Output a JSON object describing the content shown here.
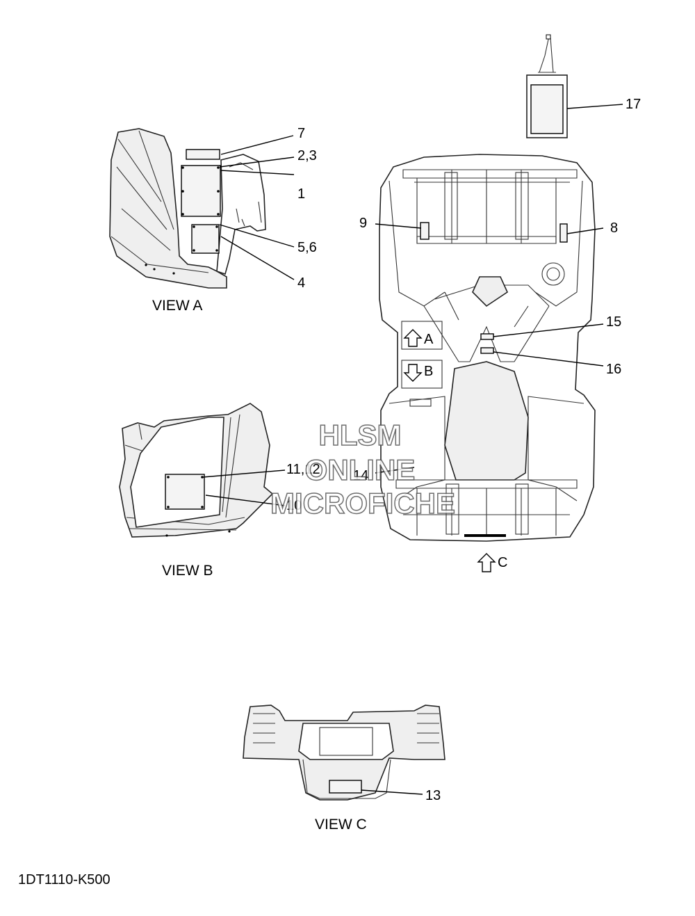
{
  "callouts": {
    "c1": "1",
    "c23": "2,3",
    "c4": "4",
    "c56": "5,6",
    "c7": "7",
    "c8": "8",
    "c9": "9",
    "c10": "10",
    "c1112": "11,12",
    "c13": "13",
    "c14": "14",
    "c15": "15",
    "c16": "16",
    "c17": "17"
  },
  "views": {
    "a": "VIEW A",
    "b": "VIEW B",
    "c": "VIEW C"
  },
  "arrows": {
    "a": "A",
    "b": "B",
    "c": "C"
  },
  "watermark": {
    "line1": "HLSM",
    "line2": "ONLINE",
    "line3": "MICROFICHE"
  },
  "part_code": "1DT1110-K500"
}
